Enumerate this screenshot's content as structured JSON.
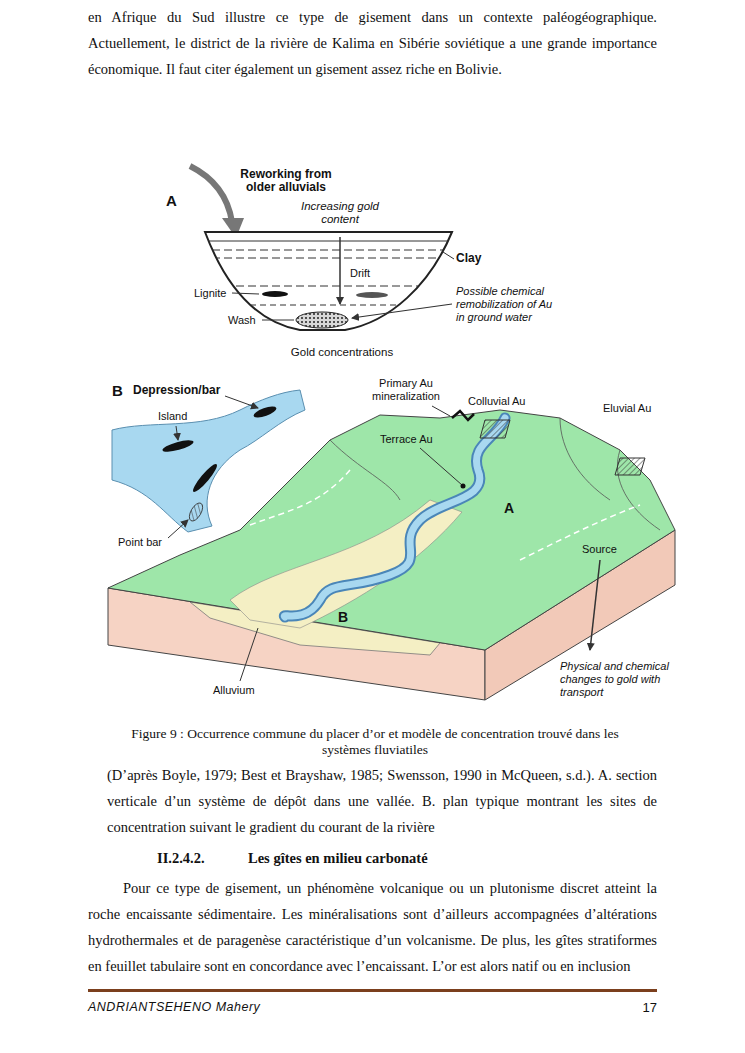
{
  "diagram": {
    "caption": "Figure 9 : Occurrence commune du placer d’or et modèle de concentration trouvé dans les systèmes fluviatiles",
    "labels": [
      "en Afrique du Sud illustre ce type de gisement dans un contexte paléogéographique. Actuellement, le district de la rivière de Kalima en Sibérie soviétique a une grande importance économique. Il faut citer également un gisement assez riche en Bolivie.",
      "Reworking from older alluvials",
      "A",
      "Increasing gold content",
      "Clay",
      "Drift",
      "Lignite",
      "Possible chemical remobilization of Au in ground water",
      "Wash",
      "Gold concentrations",
      "B",
      "Depression/bar",
      "Island",
      "Point bar",
      "Primary Au mineralization",
      "Colluvial Au",
      "Eluvial Au",
      "Terrace Au",
      "A",
      "Source",
      "B",
      "Alluvium",
      "Physical and chemical changes to gold with transport",
      "(D’après Boyle, 1979; Best et Brayshaw, 1985; Swensson, 1990 in McQueen, s.d.). A. section verticale d’un système de dépôt dans une vallée. B. plan typique montrant les sites de concentration suivant le gradient du courant de la rivière",
      "II.2.4.2.",
      "Les gîtes en milieu carbonaté",
      "Pour ce type de gisement, un phénomène volcanique ou un plutonisme discret atteint la roche encaissante sédimentaire. Les minéralisations sont d’ailleurs accompagnées d’altérations hydrothermales et de paragenèse caractéristique d’un volcanisme. De plus, les gîtes stratiformes en feuillet tabulaire sont en concordance avec l’encaissant. L’or est alors natif ou en inclusion",
      "ANDRIANTSEHENO Mahery",
      "17"
    ]
  }
}
